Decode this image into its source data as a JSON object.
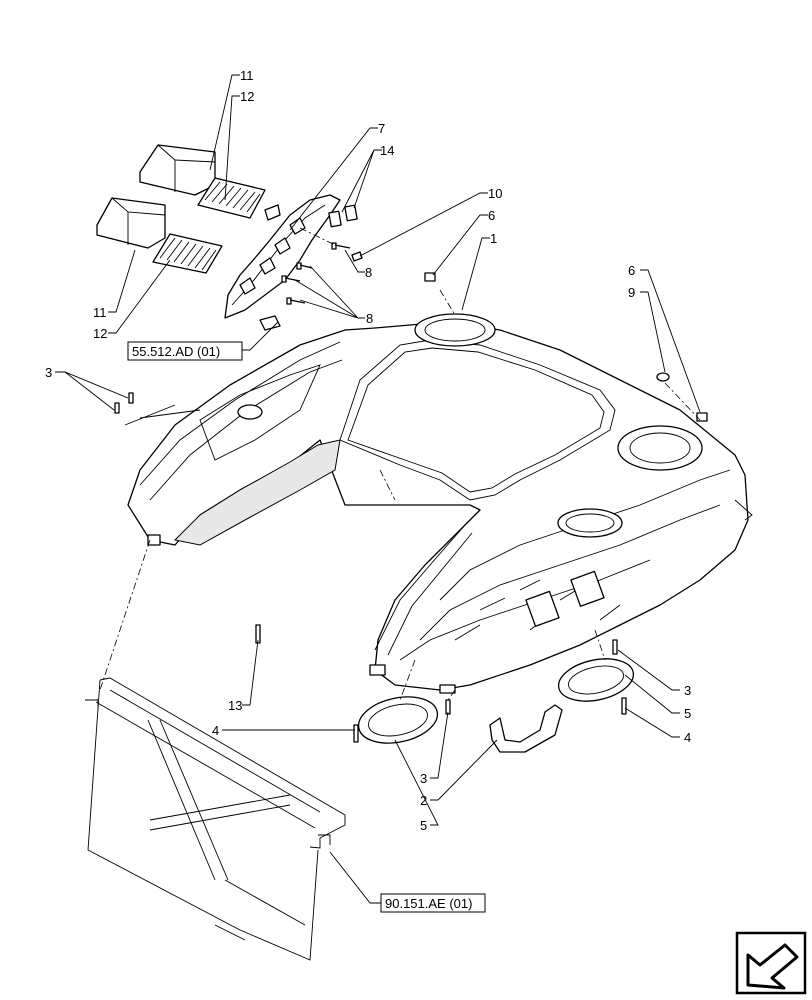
{
  "diagram": {
    "callouts": [
      "11",
      "12",
      "7",
      "14",
      "10",
      "6",
      "1",
      "8",
      "6",
      "9",
      "8",
      "11",
      "12",
      "3",
      "13",
      "4",
      "3",
      "5",
      "4",
      "3",
      "2",
      "5"
    ],
    "references": [
      "55.512.AD (01)",
      "90.151.AE (01)"
    ],
    "nav_icon": "arrow-icon"
  }
}
